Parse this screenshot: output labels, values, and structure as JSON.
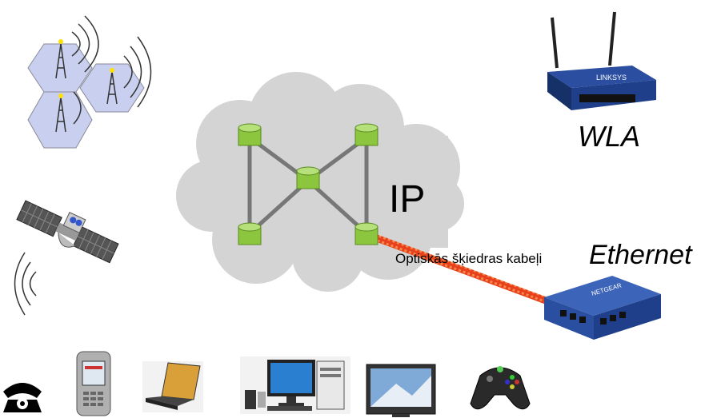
{
  "labels": {
    "ip": "IP",
    "wla": "WLA",
    "ethernet": "Ethernet",
    "fiber": "Optiskās  šķiedras kabeļi"
  },
  "icons": [
    "cellular-towers-icon",
    "satellite-icon",
    "wireless-router-icon",
    "ethernet-switch-icon",
    "telephone-icon",
    "mobile-phone-icon",
    "laptop-icon",
    "desktop-computer-icon",
    "flat-tv-icon",
    "game-controller-icon"
  ],
  "colors": {
    "cloud": "#d4d4d4",
    "node": "#8cc63f",
    "link": "#777777",
    "fiber": "#e8401c",
    "router": "#1f3f8a",
    "switch": "#2a4fa0"
  }
}
